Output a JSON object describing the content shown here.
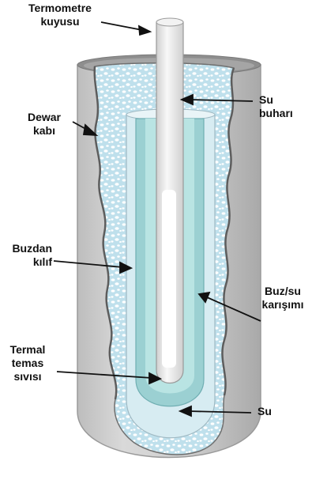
{
  "labels": {
    "thermowell": {
      "line1": "Termometre",
      "line2": "kuyusu"
    },
    "dewar": {
      "line1": "Dewar",
      "line2": "kabı"
    },
    "vapor": {
      "line1": "Su",
      "line2": "buharı"
    },
    "ice_mantle": {
      "line1": "Buzdan",
      "line2": "kılıf"
    },
    "ice_water": {
      "line1": "Buz/su",
      "line2": "karışımı"
    },
    "thermal_fluid": {
      "line1": "Termal",
      "line2": "temas",
      "line3": "sıvısı"
    },
    "water": {
      "line1": "Su"
    }
  },
  "colors": {
    "dewar_outer": "#c9c9c9",
    "dewar_rim": "#8e8e8e",
    "ice": "#bfe0ec",
    "ice_speckle": "#ffffff",
    "water": "#cfe5ee",
    "mantle": "#9bd0d2",
    "fluid": "#b9e4e3",
    "well_tube": "#e6e6e6"
  }
}
